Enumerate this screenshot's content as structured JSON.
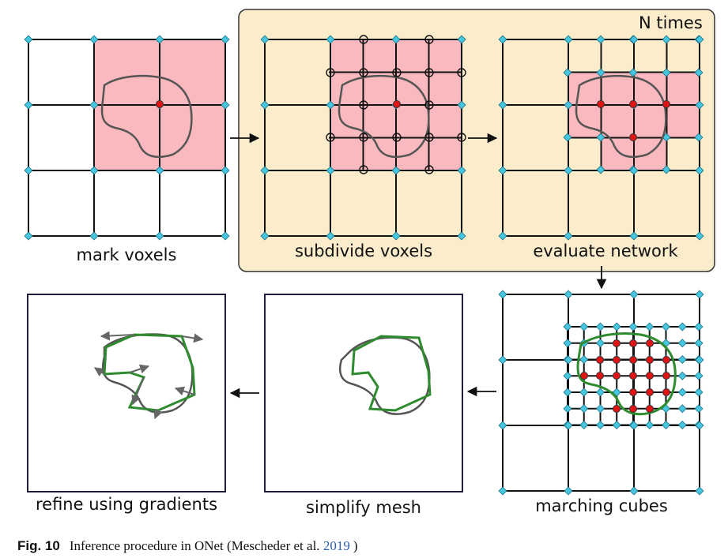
{
  "panels": {
    "mark_voxels": "mark voxels",
    "subdivide_voxels": "subdivide voxels",
    "evaluate_network": "evaluate network",
    "refine_using_gradients": "refine using gradients",
    "simplify_mesh": "simplify mesh",
    "marching_cubes": "marching cubes"
  },
  "loop_label": "N times",
  "caption": {
    "label": "Fig. 10",
    "text": "Inference procedure in ONet (Mescheder et al. ",
    "year": "2019",
    "close": ")"
  },
  "colors": {
    "loop_background": "#fbeccb",
    "marked_cell": "#f9b9be",
    "grid_node": "#46c6df",
    "occupied_point": "#e01414",
    "mesh": "#2e8b2e",
    "contour": "#555555"
  }
}
